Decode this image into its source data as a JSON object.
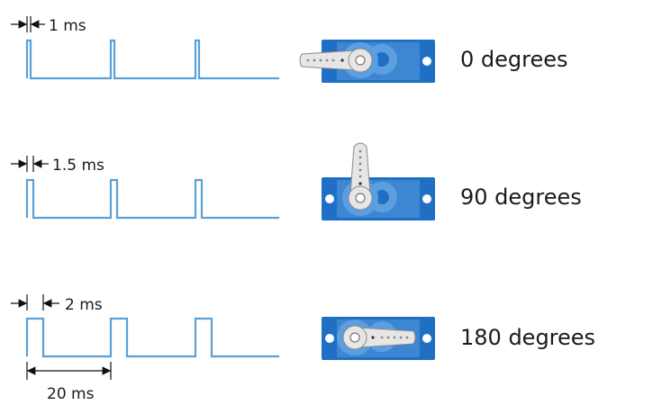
{
  "rows": [
    {
      "pulse_label": "1 ms",
      "angle_label": "0 degrees"
    },
    {
      "pulse_label": "1.5 ms",
      "angle_label": "90 degrees"
    },
    {
      "pulse_label": "2 ms",
      "angle_label": "180 degrees"
    }
  ],
  "period_label": "20 ms",
  "colors": {
    "waveform": "#5aa0d8",
    "servo_body": "#1f6fc4",
    "servo_light": "#4e94da",
    "horn": "#e6e6e6"
  }
}
